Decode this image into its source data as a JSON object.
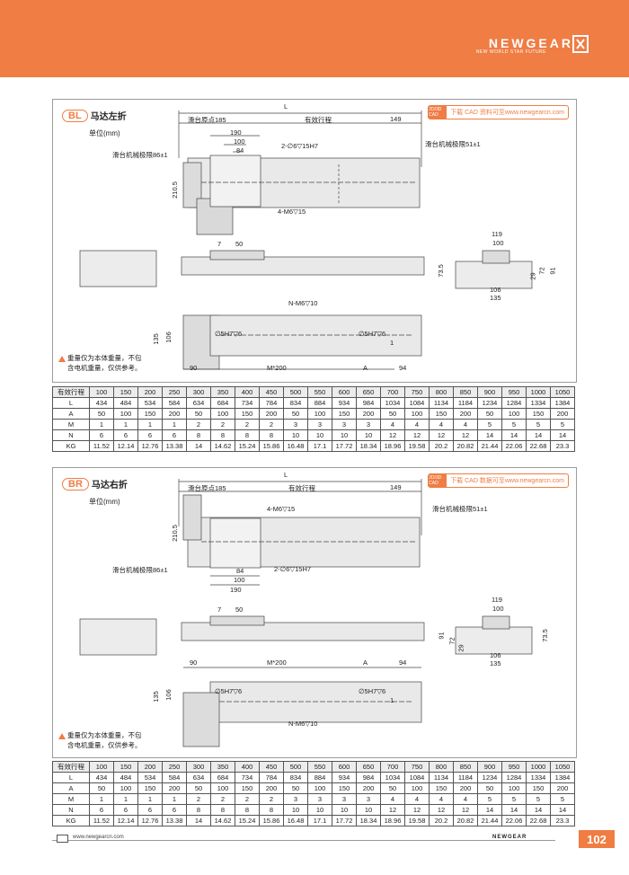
{
  "header": {
    "brand": "NEWGEAR",
    "tagline": "NEW WORLD STAR FUTURE"
  },
  "bl": {
    "code": "BL",
    "title": "马达左折",
    "unit": "单位(mm)",
    "cad_icon": "2D/3D CAD",
    "cad_text": "下载 CAD 资料可至www.newgearcn.com",
    "L": "L",
    "origin": "滑台原点185",
    "stroke": "有效行程",
    "d149": "149",
    "limit_left": "滑台机械极限86±1",
    "limit_right": "滑台机械极限51±1",
    "d190": "190",
    "d100": "100",
    "d84": "84",
    "hole1": "2-∅6▽15H7",
    "hole2": "4-M6▽15",
    "d2105": "210.5",
    "d7": "7",
    "d50": "50",
    "d119": "119",
    "d100b": "100",
    "d735": "73.5",
    "d72": "72",
    "d91": "91",
    "d29": "29",
    "d106": "106",
    "d135": "135",
    "nm6": "N-M6▽10",
    "pin1": "∅5H7▽6",
    "pin2": "∅5H7▽6",
    "d1": "1",
    "d135v": "135",
    "d106v": "106",
    "d90": "90",
    "mstar": "M*200",
    "A": "A",
    "d94": "94",
    "note1": "重量仅为本体重量，不包",
    "note2": "含电机重量，仅供参考。"
  },
  "br": {
    "code": "BR",
    "title": "马达右折",
    "unit": "单位(mm)",
    "cad_icon": "2D/3D CAD",
    "cad_text": "下载 CAD 数据可至www.newgearcn.com",
    "L": "L",
    "origin": "滑台原点185",
    "stroke": "有效行程",
    "d149": "149",
    "limit_left": "滑台机械极限86±1",
    "limit_right": "滑台机械极限51±1",
    "d190": "190",
    "d100": "100",
    "d84": "84",
    "hole1": "2-∅6▽15H7",
    "hole2": "4-M6▽15",
    "d2105": "210.5",
    "d7": "7",
    "d50": "50",
    "d119": "119",
    "d100b": "100",
    "d735": "73.5",
    "d72": "72",
    "d91": "91",
    "d29": "29",
    "d106": "106",
    "d135": "135",
    "nm6": "N-M6▽10",
    "pin1": "∅5H7▽6",
    "pin2": "∅5H7▽6",
    "d1": "1",
    "d135v": "135",
    "d106v": "106",
    "d90": "90",
    "mstar": "M*200",
    "A": "A",
    "d94": "94",
    "note1": "重量仅为本体重量，不包",
    "note2": "含电机重量，仅供参考。"
  },
  "table": {
    "rows": [
      [
        "有效行程",
        "100",
        "150",
        "200",
        "250",
        "300",
        "350",
        "400",
        "450",
        "500",
        "550",
        "600",
        "650",
        "700",
        "750",
        "800",
        "850",
        "900",
        "950",
        "1000",
        "1050"
      ],
      [
        "L",
        "434",
        "484",
        "534",
        "584",
        "634",
        "684",
        "734",
        "784",
        "834",
        "884",
        "934",
        "984",
        "1034",
        "1084",
        "1134",
        "1184",
        "1234",
        "1284",
        "1334",
        "1384"
      ],
      [
        "A",
        "50",
        "100",
        "150",
        "200",
        "50",
        "100",
        "150",
        "200",
        "50",
        "100",
        "150",
        "200",
        "50",
        "100",
        "150",
        "200",
        "50",
        "100",
        "150",
        "200"
      ],
      [
        "M",
        "1",
        "1",
        "1",
        "1",
        "2",
        "2",
        "2",
        "2",
        "3",
        "3",
        "3",
        "3",
        "4",
        "4",
        "4",
        "4",
        "5",
        "5",
        "5",
        "5"
      ],
      [
        "N",
        "6",
        "6",
        "6",
        "6",
        "8",
        "8",
        "8",
        "8",
        "10",
        "10",
        "10",
        "10",
        "12",
        "12",
        "12",
        "12",
        "14",
        "14",
        "14",
        "14"
      ],
      [
        "KG",
        "11.52",
        "12.14",
        "12.76",
        "13.38",
        "14",
        "14.62",
        "15.24",
        "15.86",
        "16.48",
        "17.1",
        "17.72",
        "18.34",
        "18.96",
        "19.58",
        "20.2",
        "20.82",
        "21.44",
        "22.06",
        "22.68",
        "23.3"
      ]
    ]
  },
  "footer": {
    "url": "www.newgearcn.com",
    "brand": "NEWGEAR",
    "page": "102"
  },
  "colors": {
    "accent": "#ef7d44",
    "body": "#e9e9e9",
    "outline": "#444444"
  }
}
